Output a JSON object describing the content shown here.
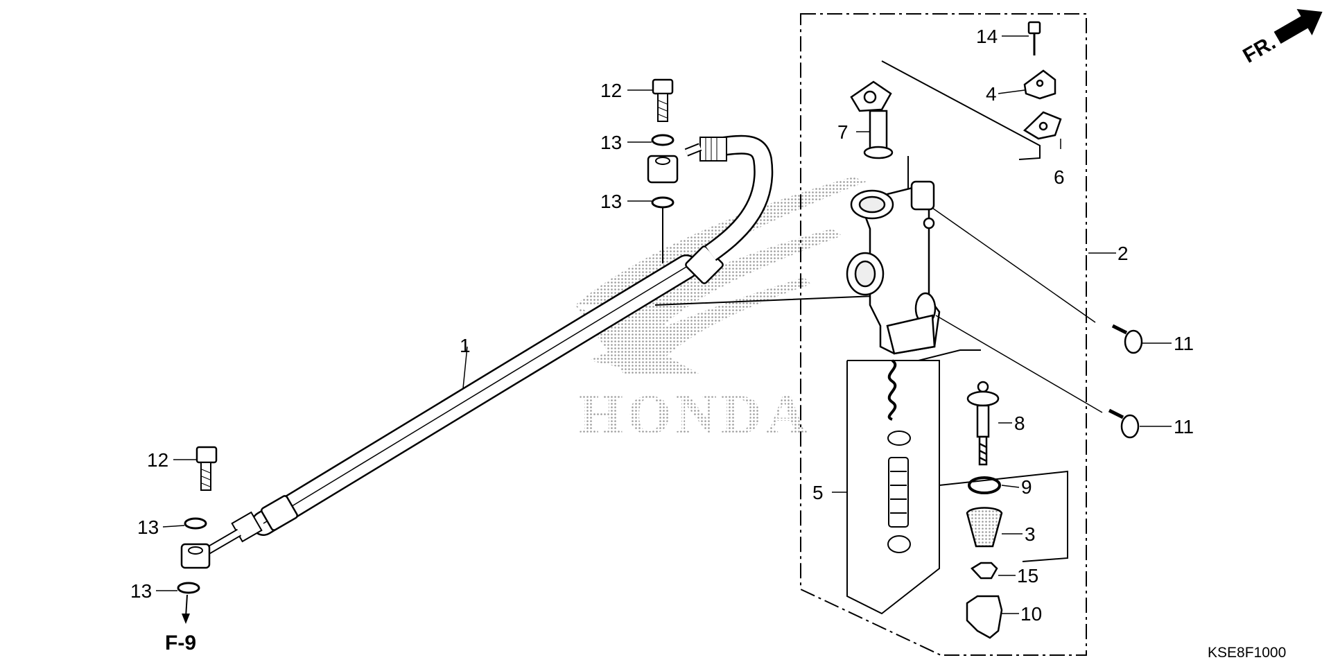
{
  "diagram": {
    "watermark_text": "HONDA",
    "direction_label": "FR.",
    "reference_label": "F-9",
    "diagram_code": "KSE8F1000",
    "callouts": [
      {
        "id": "1",
        "label": "1"
      },
      {
        "id": "2",
        "label": "2"
      },
      {
        "id": "3",
        "label": "3"
      },
      {
        "id": "4",
        "label": "4"
      },
      {
        "id": "5",
        "label": "5"
      },
      {
        "id": "6",
        "label": "6"
      },
      {
        "id": "7",
        "label": "7"
      },
      {
        "id": "8",
        "label": "8"
      },
      {
        "id": "9",
        "label": "9"
      },
      {
        "id": "10",
        "label": "10"
      },
      {
        "id": "11a",
        "label": "11"
      },
      {
        "id": "11b",
        "label": "11"
      },
      {
        "id": "12a",
        "label": "12"
      },
      {
        "id": "12b",
        "label": "12"
      },
      {
        "id": "13a",
        "label": "13"
      },
      {
        "id": "13b",
        "label": "13"
      },
      {
        "id": "13c",
        "label": "13"
      },
      {
        "id": "13d",
        "label": "13"
      },
      {
        "id": "14",
        "label": "14"
      },
      {
        "id": "15",
        "label": "15"
      }
    ]
  }
}
